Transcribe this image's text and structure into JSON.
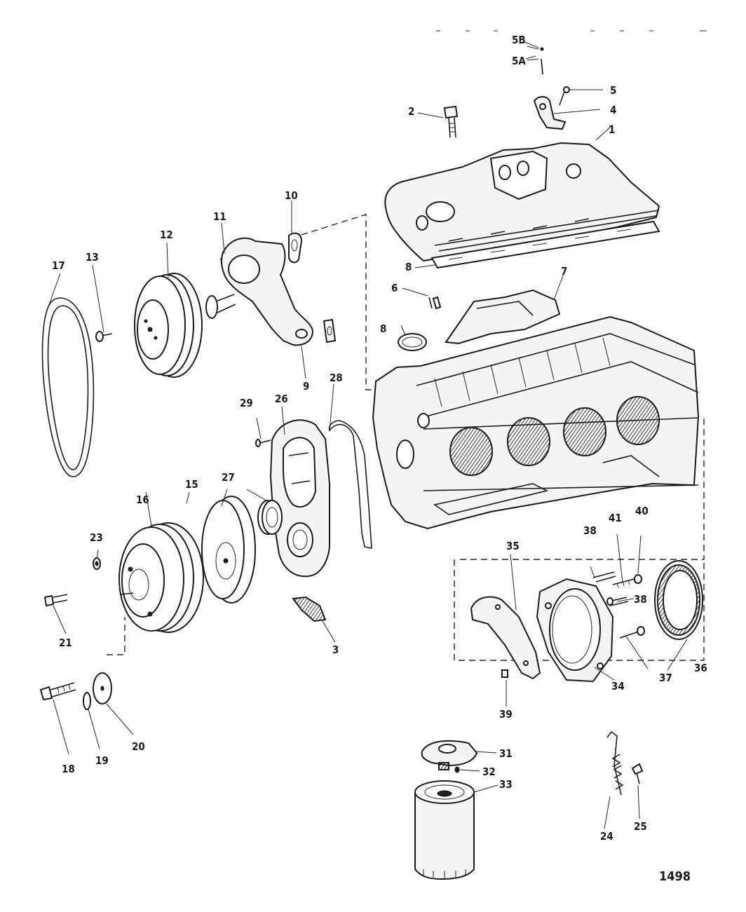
{
  "figure_number": "1498",
  "labels": {
    "l1": "1",
    "l2": "2",
    "l3": "3",
    "l4": "4",
    "l5": "5",
    "l5a": "5A",
    "l5b": "5B",
    "l6": "6",
    "l7": "7",
    "l8a": "8",
    "l8b": "8",
    "l9": "9",
    "l10": "10",
    "l11": "11",
    "l12": "12",
    "l13": "13",
    "l15": "15",
    "l16": "16",
    "l17": "17",
    "l18": "18",
    "l19": "19",
    "l20": "20",
    "l21": "21",
    "l23": "23",
    "l24": "24",
    "l25": "25",
    "l26": "26",
    "l27": "27",
    "l28": "28",
    "l29": "29",
    "l31": "31",
    "l32": "32",
    "l33": "33",
    "l34": "34",
    "l35": "35",
    "l36": "36",
    "l37": "37",
    "l38a": "38",
    "l38b": "38",
    "l39": "39",
    "l40": "40",
    "l41": "41"
  }
}
